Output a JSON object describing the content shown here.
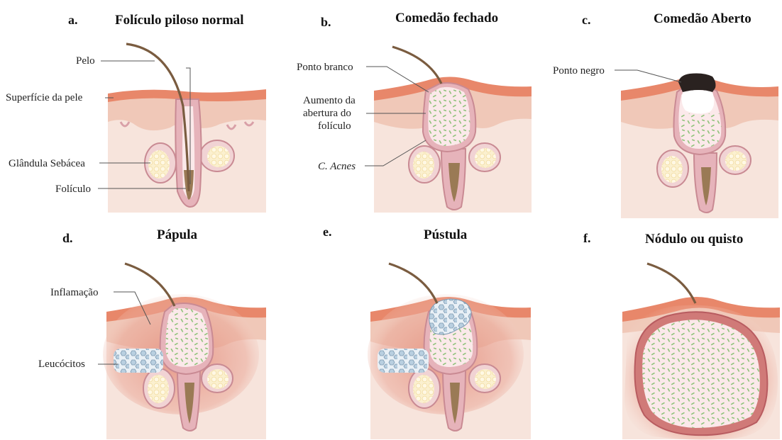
{
  "panels": [
    {
      "letter": "a.",
      "title": "Folículo piloso normal"
    },
    {
      "letter": "b.",
      "title": "Comedão fechado"
    },
    {
      "letter": "c.",
      "title": "Comedão Aberto"
    },
    {
      "letter": "d.",
      "title": "Pápula"
    },
    {
      "letter": "e.",
      "title": "Pústula"
    },
    {
      "letter": "f.",
      "title": "Nódulo ou quisto"
    }
  ],
  "callouts": {
    "pelo": "Pelo",
    "superficie": "Superfície da pele",
    "glandula": "Glândula Sebácea",
    "foliculo": "Folículo",
    "ponto_branco": "Ponto branco",
    "aumento_1": "Aumento da",
    "aumento_2": "abertura do",
    "aumento_3": "folículo",
    "c_acnes": "C. Acnes",
    "ponto_negro": "Ponto negro",
    "inflamacao": "Inflamação",
    "leucocitos": "Leucócitos"
  },
  "colors": {
    "epidermis": "#e8876a",
    "dermis_upper": "#f0c8b8",
    "dermis": "#f7e4dc",
    "follicle_wall": "#d9a0a8",
    "follicle_fill": "#fbe9ea",
    "hair": "#7a5c40",
    "gland_fill": "#fbf0cf",
    "bacteria": "#8fc27a",
    "inflammation": "#d87766",
    "leukocyte": "#b9cfe0",
    "blackhead": "#2a2220"
  }
}
